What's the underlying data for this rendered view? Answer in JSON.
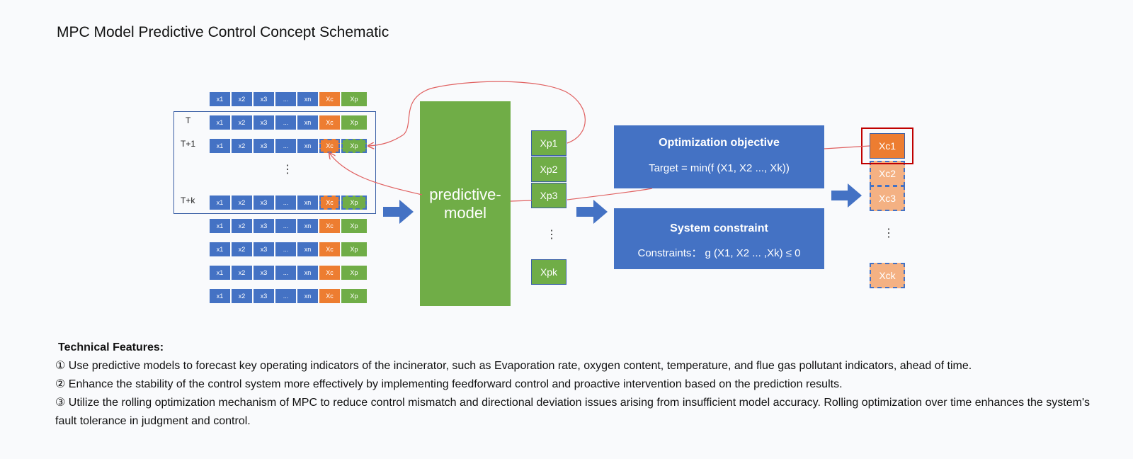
{
  "title": "MPC Model Predictive Control Concept Schematic",
  "cell_labels": [
    "x1",
    "x2",
    "x3",
    "...",
    "xn",
    "Xc",
    "Xp"
  ],
  "time_labels": {
    "t0": "T",
    "t1": "T+1",
    "tk": "T+k"
  },
  "ellipsis": "⋮",
  "model_label_line1": "predictive-",
  "model_label_line2": "model",
  "xp_items": [
    "Xp1",
    "Xp2",
    "Xp3",
    "Xpk"
  ],
  "objective": {
    "heading": "Optimization objective",
    "body": "Target = min(f (X1, X2 ..., Xk))"
  },
  "constraint": {
    "heading": "System constraint",
    "body": "Constraints： g (X1, X2 ... ,Xk) ≤ 0"
  },
  "xc_items": [
    "Xc1",
    "Xc2",
    "Xc3",
    "Xck"
  ],
  "features": {
    "heading": "Technical Features:",
    "items": [
      "①  Use predictive models to forecast key operating indicators of the incinerator, such as Evaporation rate, oxygen content, temperature, and flue gas pollutant indicators, ahead of time.",
      "② Enhance the stability of the control system more effectively by implementing feedforward control and proactive intervention based on the prediction results.",
      "③ Utilize the rolling optimization mechanism of MPC to reduce control mismatch and directional deviation issues arising from insufficient model accuracy. Rolling optimization over time enhances the system's fault tolerance in judgment and control."
    ]
  },
  "colors": {
    "blue": "#4472c4",
    "green": "#70ad47",
    "orange": "#ed7d31",
    "light_orange": "#f4b183",
    "red": "#c00000",
    "arrow_line": "#e06060"
  }
}
